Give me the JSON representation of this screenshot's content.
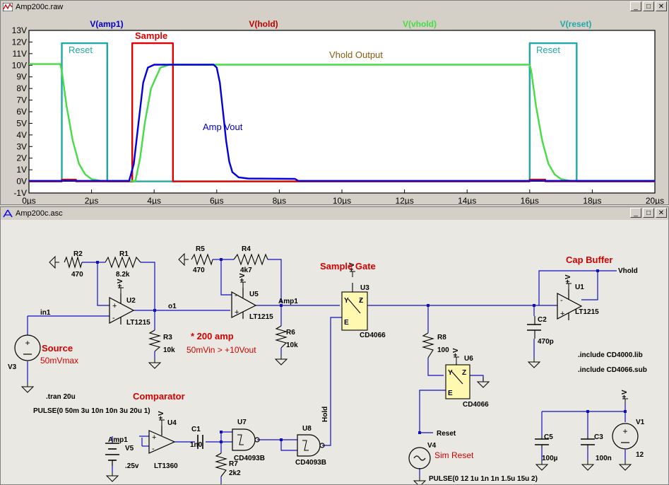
{
  "waveform_window": {
    "title": "Amp200c.raw",
    "trace_labels": [
      {
        "text": "V(amp1)",
        "color": "#0000c0"
      },
      {
        "text": "V(hold)",
        "color": "#c00000"
      },
      {
        "text": "V(vhold)",
        "color": "#44dd44"
      },
      {
        "text": "V(reset)",
        "color": "#20a8a8"
      }
    ],
    "annotations": {
      "reset1": "Reset",
      "sample": "Sample",
      "vhold_output": "Vhold Output",
      "reset2": "Reset",
      "amp_vout": "Amp Vout"
    }
  },
  "chart_data": {
    "type": "line",
    "xlabel": "",
    "ylabel": "",
    "x_ticks": [
      "0µs",
      "2µs",
      "4µs",
      "6µs",
      "8µs",
      "10µs",
      "12µs",
      "14µs",
      "16µs",
      "18µs",
      "20µs"
    ],
    "y_ticks": [
      "-1V",
      "0V",
      "1V",
      "2V",
      "3V",
      "4V",
      "5V",
      "6V",
      "7V",
      "8V",
      "9V",
      "10V",
      "11V",
      "12V",
      "13V"
    ],
    "xlim": [
      0,
      20
    ],
    "ylim": [
      -1,
      13
    ],
    "grid": false,
    "series": [
      {
        "name": "V(reset)",
        "color": "#20a8a8",
        "x": [
          0,
          1.05,
          1.05,
          2.5,
          2.5,
          16,
          16,
          17.5,
          17.5,
          20
        ],
        "y": [
          0,
          0,
          11.9,
          11.9,
          0,
          0,
          11.9,
          11.9,
          0,
          0
        ]
      },
      {
        "name": "V(hold)",
        "color": "#e00000",
        "x": [
          0,
          1.05,
          1.05,
          1.5,
          1.5,
          3.3,
          3.3,
          4.6,
          4.6,
          16,
          16,
          16.5,
          16.5,
          20
        ],
        "y": [
          0,
          0,
          0.15,
          0.15,
          0,
          0,
          11.9,
          11.9,
          0,
          0,
          0.15,
          0.15,
          0,
          0
        ]
      },
      {
        "name": "V(vhold)",
        "color": "#44dd44",
        "x": [
          0,
          1,
          1.05,
          1.2,
          1.4,
          1.6,
          1.8,
          2.0,
          2.3,
          3.4,
          3.55,
          3.7,
          3.9,
          4.2,
          4.5,
          16,
          16.05,
          16.2,
          16.4,
          16.6,
          16.8,
          17.0,
          17.3,
          20
        ],
        "y": [
          10.1,
          10.1,
          9.5,
          6.5,
          3.5,
          1.5,
          0.6,
          0.2,
          0.05,
          0.05,
          2,
          5,
          8,
          9.8,
          10.05,
          10.05,
          9.5,
          6.5,
          3.5,
          1.5,
          0.6,
          0.2,
          0.05,
          0.05
        ]
      },
      {
        "name": "V(amp1)",
        "color": "#0000e0",
        "x": [
          0,
          3.2,
          3.35,
          3.5,
          3.65,
          3.8,
          4.0,
          4.3,
          4.6,
          5.9,
          6.0,
          6.1,
          6.2,
          6.3,
          6.4,
          6.5,
          6.7,
          7.0,
          8.5,
          8.6,
          20
        ],
        "y": [
          0.05,
          0.05,
          1.5,
          5,
          8.5,
          9.8,
          10.05,
          10.05,
          10.05,
          10.05,
          9.8,
          8.5,
          6,
          3.5,
          1.7,
          0.8,
          0.35,
          0.25,
          0.22,
          0.05,
          0.05
        ]
      }
    ]
  },
  "schematic_window": {
    "title": "Amp200c.asc",
    "section_labels": {
      "source": "Source",
      "comparator": "Comparator",
      "sample_gate": "Sample Gate",
      "cap_buffer": "Cap Buffer",
      "sim_reset": "Sim Reset",
      "amp200": "* 200 amp"
    },
    "notes": {
      "source_amp": "50mVmax",
      "gain": "50mVin > +10Vout",
      "tran": ".tran 20u",
      "pulse1": "PULSE(0 50m 3u 10n 10n 3u 20u 1)",
      "pulse2": "PULSE(0 12 1u 1n 1n 1.5u 15u 2)",
      "include1": ".include CD4000.lib",
      "include2": ".include CD4066.sub"
    },
    "net_labels": {
      "in1": "in1",
      "o1": "o1",
      "amp1": "Amp1",
      "amp1_b": "Amp1",
      "hold": "Hold",
      "vhold": "Vhold",
      "reset": "Reset"
    },
    "components": {
      "R2": {
        "ref": "R2",
        "value": "470"
      },
      "R1": {
        "ref": "R1",
        "value": "8.2k"
      },
      "U2": {
        "ref": "U2",
        "value": "LT1215"
      },
      "R3": {
        "ref": "R3",
        "value": "10k"
      },
      "V3": {
        "ref": "V3"
      },
      "R5": {
        "ref": "R5",
        "value": "470"
      },
      "R4": {
        "ref": "R4",
        "value": "4k7"
      },
      "U5": {
        "ref": "U5",
        "value": "LT1215"
      },
      "R6": {
        "ref": "R6",
        "value": "10k"
      },
      "U3": {
        "ref": "U3",
        "value": "CD4066"
      },
      "R8": {
        "ref": "R8",
        "value": "100"
      },
      "U6": {
        "ref": "U6",
        "value": "CD4066"
      },
      "C2": {
        "ref": "C2",
        "value": "470p"
      },
      "U1": {
        "ref": "U1",
        "value": "LT1215"
      },
      "U4": {
        "ref": "U4",
        "value": "LT1360"
      },
      "V5": {
        "ref": "V5",
        "value": ".25v"
      },
      "C1": {
        "ref": "C1",
        "value": "1n0"
      },
      "U7": {
        "ref": "U7",
        "value": "CD4093B"
      },
      "R7": {
        "ref": "R7",
        "value": "2k2"
      },
      "U8": {
        "ref": "U8",
        "value": "CD4093B"
      },
      "V4": {
        "ref": "V4"
      },
      "C5": {
        "ref": "C5",
        "value": "100µ"
      },
      "C3": {
        "ref": "C3",
        "value": "100n"
      },
      "V1": {
        "ref": "V1",
        "value": "12"
      }
    },
    "supply_label": "+V",
    "opamp_plus": "+",
    "opamp_minus": "-",
    "switch_y": "Y",
    "switch_z": "Z",
    "switch_e": "E"
  },
  "window_buttons": {
    "minimize": "_",
    "maximize": "□",
    "close": "✕"
  }
}
